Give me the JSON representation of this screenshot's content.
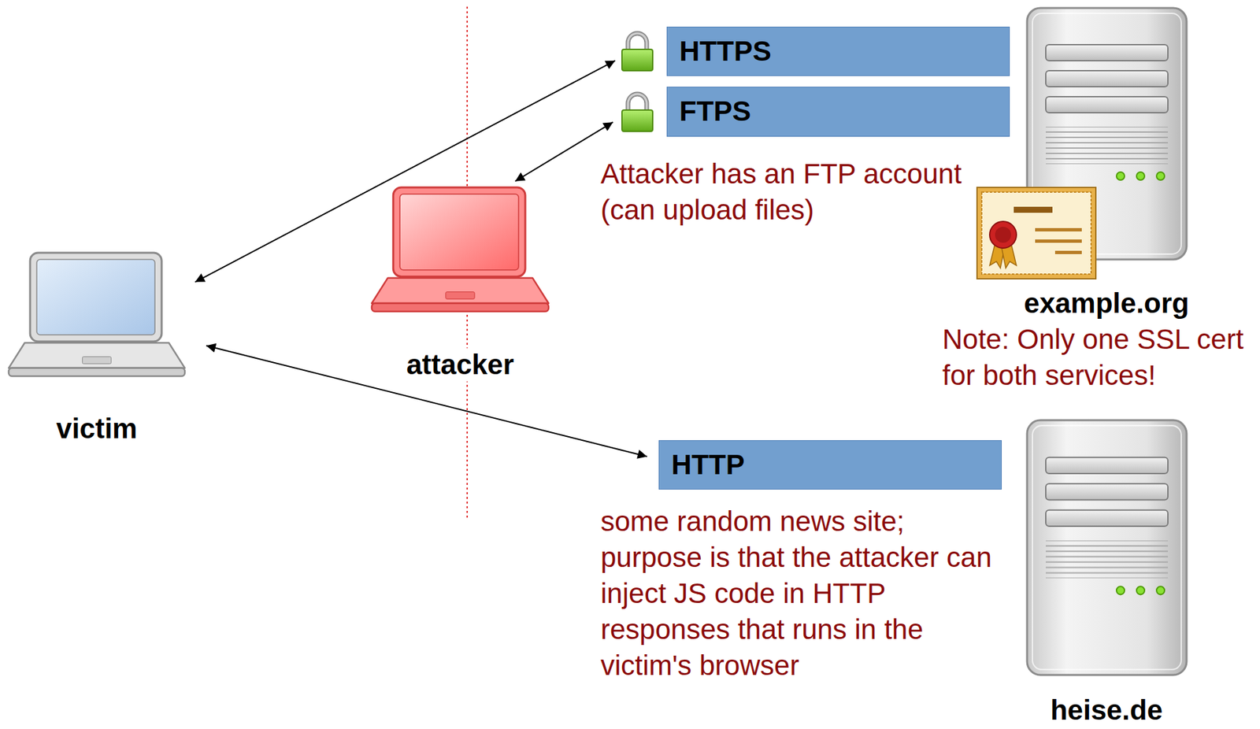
{
  "diagram": {
    "nodes": [
      {
        "text": [
          "HTTPS"
        ]
      },
      {
        "text": [
          "FTPS"
        ]
      },
      {
        "text": [
          "attacker"
        ]
      },
      {
        "text": [
          "victim"
        ]
      },
      {
        "text": [
          "HTTP"
        ]
      }
    ],
    "edges": [
      {
        "from": 3,
        "to": 0,
        "arrow": "both"
      },
      {
        "from": 2,
        "to": 1,
        "arrow": "both"
      },
      {
        "from": 3,
        "to": 4,
        "arrow": "both"
      }
    ],
    "labels": [
      "Attacker has an FTP account (can upload files)",
      "example.org",
      "Note: Only one SSL cert for both services!",
      "some random news site; purpose is that the attacker can inject JS code in HTTP responses that runs in the victim's browser",
      "heise.de"
    ]
  }
}
